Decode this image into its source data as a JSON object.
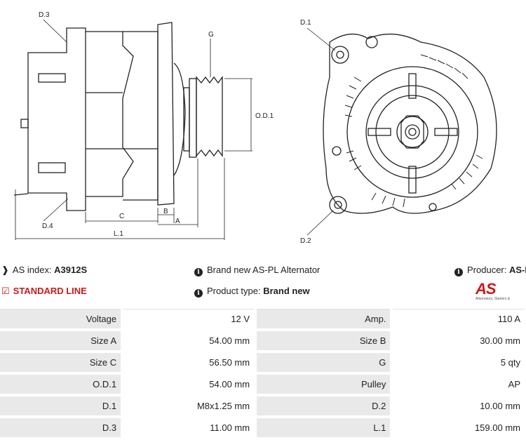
{
  "drawing_labels": {
    "d3": "D.3",
    "d4": "D.4",
    "g": "G",
    "od1": "O.D.1",
    "c": "C",
    "b": "B",
    "a": "A",
    "l1": "L.1",
    "d1": "D.1",
    "d2": "D.2"
  },
  "info": {
    "as_index_label": "AS index: ",
    "as_index_value": "A3912S",
    "description": "Brand new AS-PL Alternator",
    "producer_label": "Producer: ",
    "producer_value": "AS-PL",
    "standard_line": "STANDARD LINE",
    "product_type_label": "Product type: ",
    "product_type_value": "Brand new"
  },
  "logo": {
    "text": "AS",
    "tagline": "Alternators, Starters &"
  },
  "colors": {
    "accent": "#cc1a1a",
    "label_bg": "#e9e9e9"
  },
  "specs": [
    {
      "l1": "Voltage",
      "v1": "12 V",
      "l2": "Amp.",
      "v2": "110 A"
    },
    {
      "l1": "Size A",
      "v1": "54.00 mm",
      "l2": "Size B",
      "v2": "30.00 mm"
    },
    {
      "l1": "Size C",
      "v1": "56.50 mm",
      "l2": "G",
      "v2": "5 qty"
    },
    {
      "l1": "O.D.1",
      "v1": "54.00 mm",
      "l2": "Pulley",
      "v2": "AP"
    },
    {
      "l1": "D.1",
      "v1": "M8x1.25 mm",
      "l2": "D.2",
      "v2": "10.00 mm"
    },
    {
      "l1": "D.3",
      "v1": "11.00 mm",
      "l2": "L.1",
      "v2": "159.00 mm"
    }
  ]
}
